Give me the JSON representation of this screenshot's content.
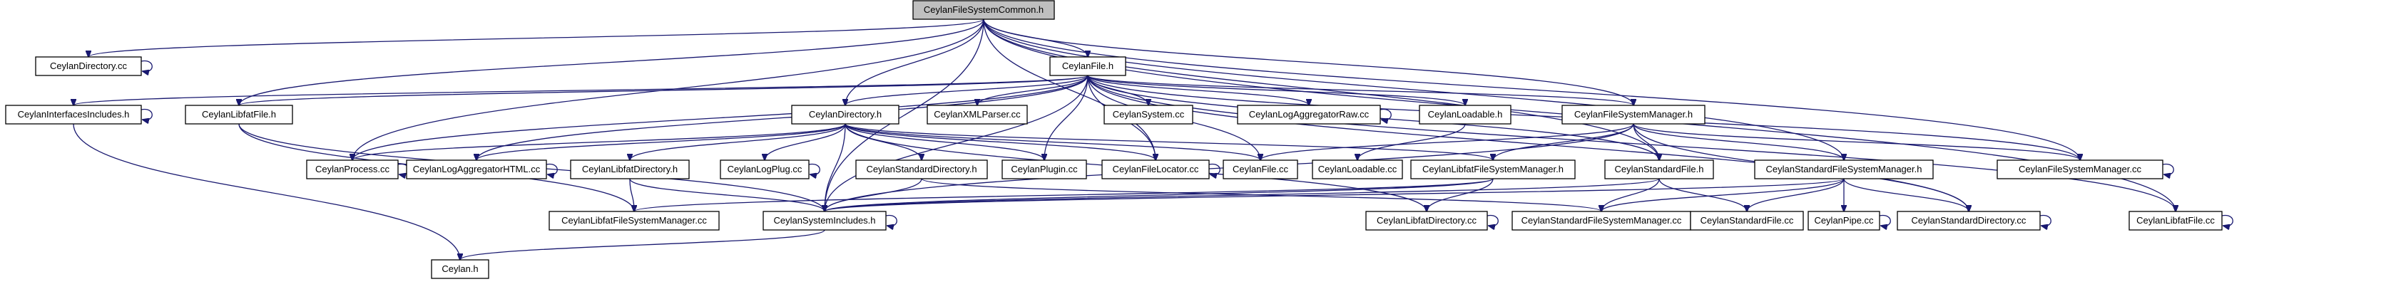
{
  "diagram": {
    "type": "include-dependency-graph",
    "colors": {
      "edge": "#191970",
      "root_fill": "#bfbfbf",
      "node_fill": "#ffffff",
      "border": "#000000"
    },
    "nodes": [
      {
        "id": "common_h",
        "label": "CeylanFileSystemCommon.h",
        "root": true
      },
      {
        "id": "dir_cc",
        "label": "CeylanDirectory.cc"
      },
      {
        "id": "file_h",
        "label": "CeylanFile.h"
      },
      {
        "id": "iface_h",
        "label": "CeylanInterfacesIncludes.h"
      },
      {
        "id": "libfatfile_h",
        "label": "CeylanLibfatFile.h"
      },
      {
        "id": "dir_h",
        "label": "CeylanDirectory.h"
      },
      {
        "id": "xml_cc",
        "label": "CeylanXMLParser.cc"
      },
      {
        "id": "system_cc",
        "label": "CeylanSystem.cc"
      },
      {
        "id": "lograw_cc",
        "label": "CeylanLogAggregatorRaw.cc"
      },
      {
        "id": "loadable_h",
        "label": "CeylanLoadable.h"
      },
      {
        "id": "fsm_h",
        "label": "CeylanFileSystemManager.h"
      },
      {
        "id": "process_cc",
        "label": "CeylanProcess.cc"
      },
      {
        "id": "loghtml_cc",
        "label": "CeylanLogAggregatorHTML.cc"
      },
      {
        "id": "libfatdir_h",
        "label": "CeylanLibfatDirectory.h"
      },
      {
        "id": "logplug_cc",
        "label": "CeylanLogPlug.cc"
      },
      {
        "id": "stddir_h",
        "label": "CeylanStandardDirectory.h"
      },
      {
        "id": "plugin_cc",
        "label": "CeylanPlugin.cc"
      },
      {
        "id": "filelocator_cc",
        "label": "CeylanFileLocator.cc"
      },
      {
        "id": "file_cc",
        "label": "CeylanFile.cc"
      },
      {
        "id": "loadable_cc",
        "label": "CeylanLoadable.cc"
      },
      {
        "id": "libfatfsm_h",
        "label": "CeylanLibfatFileSystemManager.h"
      },
      {
        "id": "stdfile_h",
        "label": "CeylanStandardFile.h"
      },
      {
        "id": "stdfsm_h",
        "label": "CeylanStandardFileSystemManager.h"
      },
      {
        "id": "fsm_cc",
        "label": "CeylanFileSystemManager.cc"
      },
      {
        "id": "libfatfsm_cc",
        "label": "CeylanLibfatFileSystemManager.cc"
      },
      {
        "id": "sysinc_h",
        "label": "CeylanSystemIncludes.h"
      },
      {
        "id": "libfatdir_cc",
        "label": "CeylanLibfatDirectory.cc"
      },
      {
        "id": "stdfsm_cc",
        "label": "CeylanStandardFileSystemManager.cc"
      },
      {
        "id": "stdfile_cc",
        "label": "CeylanStandardFile.cc"
      },
      {
        "id": "pipe_cc",
        "label": "CeylanPipe.cc"
      },
      {
        "id": "stddir_cc",
        "label": "CeylanStandardDirectory.cc"
      },
      {
        "id": "libfatfile_cc",
        "label": "CeylanLibfatFile.cc"
      },
      {
        "id": "ceylan_h",
        "label": "Ceylan.h"
      }
    ],
    "edges": [
      [
        "common_h",
        "dir_cc"
      ],
      [
        "common_h",
        "file_h"
      ],
      [
        "common_h",
        "libfatfile_h"
      ],
      [
        "common_h",
        "dir_h"
      ],
      [
        "common_h",
        "fsm_h"
      ],
      [
        "common_h",
        "process_cc"
      ],
      [
        "common_h",
        "filelocator_cc"
      ],
      [
        "common_h",
        "stdfile_h"
      ],
      [
        "common_h",
        "stdfsm_h"
      ],
      [
        "common_h",
        "fsm_cc"
      ],
      [
        "common_h",
        "sysinc_h"
      ],
      [
        "common_h",
        "libfatfile_cc"
      ],
      [
        "file_h",
        "iface_h"
      ],
      [
        "file_h",
        "libfatfile_h"
      ],
      [
        "file_h",
        "dir_h"
      ],
      [
        "file_h",
        "xml_cc"
      ],
      [
        "file_h",
        "system_cc"
      ],
      [
        "file_h",
        "lograw_cc"
      ],
      [
        "file_h",
        "loadable_h"
      ],
      [
        "file_h",
        "fsm_h"
      ],
      [
        "file_h",
        "process_cc"
      ],
      [
        "file_h",
        "loghtml_cc"
      ],
      [
        "file_h",
        "plugin_cc"
      ],
      [
        "file_h",
        "filelocator_cc"
      ],
      [
        "file_h",
        "file_cc"
      ],
      [
        "file_h",
        "stdfile_h"
      ],
      [
        "file_h",
        "fsm_cc"
      ],
      [
        "file_h",
        "sysinc_h"
      ],
      [
        "file_h",
        "stddir_cc"
      ],
      [
        "file_h",
        "libfatfile_cc"
      ],
      [
        "iface_h",
        "ceylan_h"
      ],
      [
        "libfatfile_h",
        "libfatfsm_cc"
      ],
      [
        "libfatfile_h",
        "sysinc_h"
      ],
      [
        "dir_h",
        "process_cc"
      ],
      [
        "dir_h",
        "loghtml_cc"
      ],
      [
        "dir_h",
        "libfatdir_h"
      ],
      [
        "dir_h",
        "logplug_cc"
      ],
      [
        "dir_h",
        "stddir_h"
      ],
      [
        "dir_h",
        "plugin_cc"
      ],
      [
        "dir_h",
        "filelocator_cc"
      ],
      [
        "dir_h",
        "file_cc"
      ],
      [
        "dir_h",
        "sysinc_h"
      ],
      [
        "dir_h",
        "libfatfsm_h"
      ],
      [
        "dir_h",
        "libfatdir_cc"
      ],
      [
        "loadable_h",
        "loadable_cc"
      ],
      [
        "fsm_h",
        "file_cc"
      ],
      [
        "fsm_h",
        "libfatfsm_h"
      ],
      [
        "fsm_h",
        "stdfile_h"
      ],
      [
        "fsm_h",
        "stdfsm_h"
      ],
      [
        "fsm_h",
        "fsm_cc"
      ],
      [
        "fsm_h",
        "sysinc_h"
      ],
      [
        "fsm_h",
        "stddir_cc"
      ],
      [
        "libfatdir_h",
        "libfatfsm_cc"
      ],
      [
        "libfatdir_h",
        "sysinc_h"
      ],
      [
        "stddir_h",
        "sysinc_h"
      ],
      [
        "stddir_h",
        "stdfsm_cc"
      ],
      [
        "libfatfsm_h",
        "libfatfsm_cc"
      ],
      [
        "libfatfsm_h",
        "sysinc_h"
      ],
      [
        "libfatfsm_h",
        "libfatdir_cc"
      ],
      [
        "stdfile_h",
        "sysinc_h"
      ],
      [
        "stdfile_h",
        "stdfsm_cc"
      ],
      [
        "stdfile_h",
        "stdfile_cc"
      ],
      [
        "stdfsm_h",
        "sysinc_h"
      ],
      [
        "stdfsm_h",
        "stdfsm_cc"
      ],
      [
        "stdfsm_h",
        "stdfile_cc"
      ],
      [
        "stdfsm_h",
        "pipe_cc"
      ],
      [
        "stdfsm_h",
        "stddir_cc"
      ],
      [
        "sysinc_h",
        "ceylan_h"
      ]
    ],
    "self_loops": [
      "dir_cc",
      "iface_h",
      "lograw_cc",
      "process_cc",
      "loghtml_cc",
      "logplug_cc",
      "filelocator_cc",
      "fsm_cc",
      "sysinc_h",
      "libfatdir_cc",
      "pipe_cc",
      "stddir_cc",
      "libfatfile_cc"
    ]
  }
}
